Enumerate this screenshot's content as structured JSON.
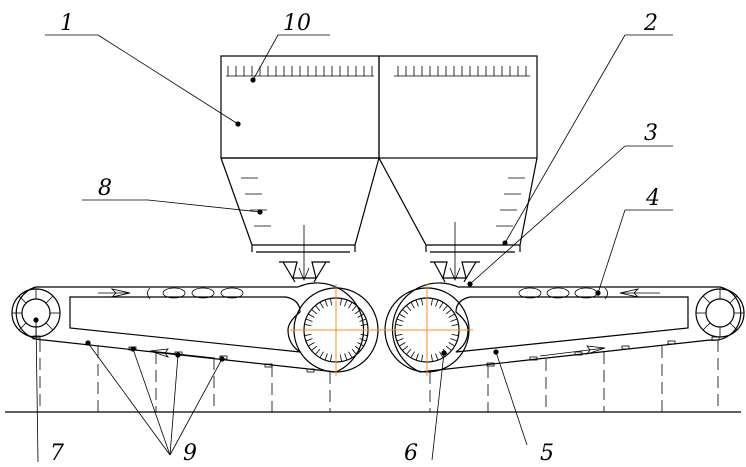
{
  "labels": {
    "l1": "1",
    "l2": "2",
    "l3": "3",
    "l4": "4",
    "l5": "5",
    "l6": "6",
    "l7": "7",
    "l8": "8",
    "l9": "9",
    "l10": "10"
  },
  "colors": {
    "line": "#000000",
    "roller_cross": "#ff8c1a",
    "background": "#ffffff"
  }
}
